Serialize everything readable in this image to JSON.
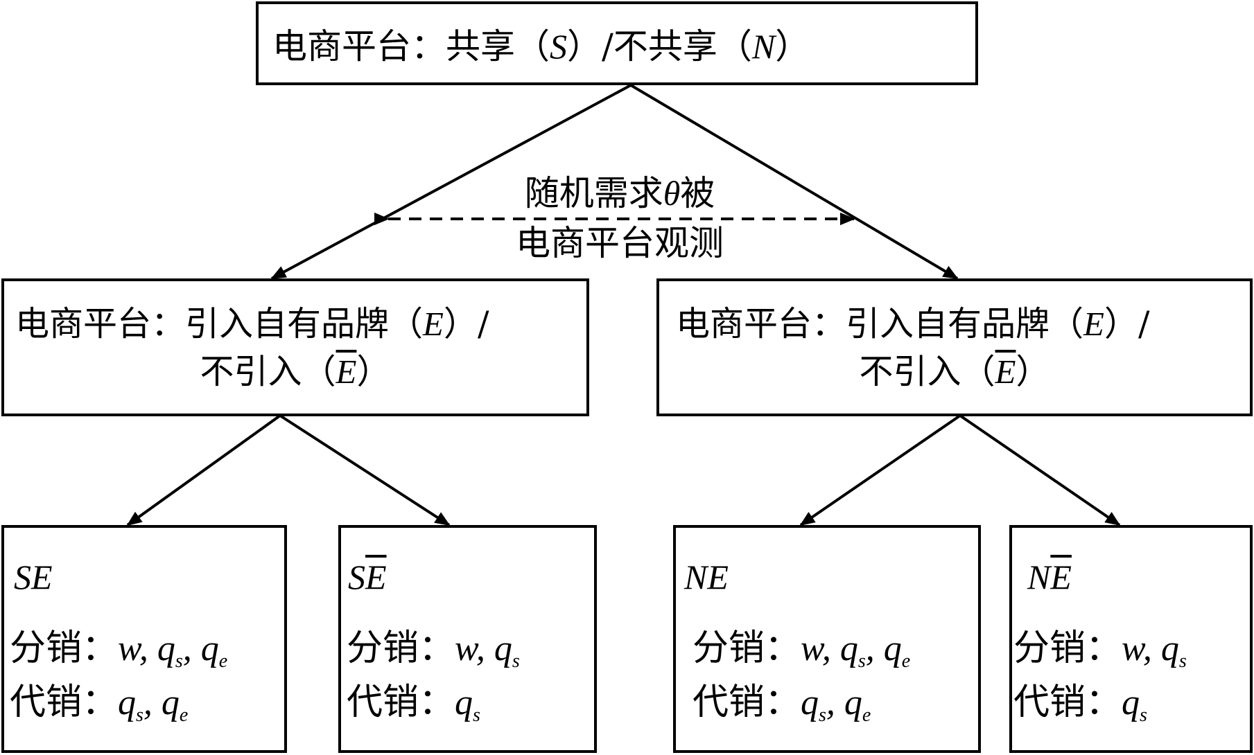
{
  "diagram": {
    "type": "decision-tree",
    "colors": {
      "line": "#000000",
      "background": "#ffffff"
    },
    "root": {
      "label_prefix": "电商平台：共享（",
      "label_s": "S",
      "label_mid": "）/不共享（",
      "label_n": "N",
      "label_suffix": "）"
    },
    "observation": {
      "line1_prefix": "随机需求",
      "line1_symbol": "θ",
      "line1_suffix": "被",
      "line2": "电商平台观测",
      "style": "dashed-double-arrow"
    },
    "branches": [
      {
        "line1_prefix": "电商平台：引入自有品牌（",
        "line1_e": "E",
        "line1_suffix": "）/",
        "line2_prefix": "不引入（",
        "line2_e": "E",
        "line2_suffix": "）",
        "leaves": [
          {
            "code_a": "S",
            "code_b": "E",
            "code_b_overline": false,
            "distribution_label": "分销：",
            "distribution_vars": [
              {
                "base": "w",
                "sub": ""
              },
              {
                "base": "q",
                "sub": "s"
              },
              {
                "base": "q",
                "sub": "e"
              }
            ],
            "consignment_label": "代销：",
            "consignment_vars": [
              {
                "base": "q",
                "sub": "s"
              },
              {
                "base": "q",
                "sub": "e"
              }
            ]
          },
          {
            "code_a": "S",
            "code_b": "E",
            "code_b_overline": true,
            "distribution_label": "分销：",
            "distribution_vars": [
              {
                "base": "w",
                "sub": ""
              },
              {
                "base": "q",
                "sub": "s"
              }
            ],
            "consignment_label": "代销：",
            "consignment_vars": [
              {
                "base": "q",
                "sub": "s"
              }
            ]
          }
        ]
      },
      {
        "line1_prefix": "电商平台：引入自有品牌（",
        "line1_e": "E",
        "line1_suffix": "）/",
        "line2_prefix": "不引入（",
        "line2_e": "E",
        "line2_suffix": "）",
        "leaves": [
          {
            "code_a": "N",
            "code_b": "E",
            "code_b_overline": false,
            "distribution_label": "分销：",
            "distribution_vars": [
              {
                "base": "w",
                "sub": ""
              },
              {
                "base": "q",
                "sub": "s"
              },
              {
                "base": "q",
                "sub": "e"
              }
            ],
            "consignment_label": "代销：",
            "consignment_vars": [
              {
                "base": "q",
                "sub": "s"
              },
              {
                "base": "q",
                "sub": "e"
              }
            ]
          },
          {
            "code_a": "N",
            "code_b": "E",
            "code_b_overline": true,
            "distribution_label": "分销：",
            "distribution_vars": [
              {
                "base": "w",
                "sub": ""
              },
              {
                "base": "q",
                "sub": "s"
              }
            ],
            "consignment_label": "代销：",
            "consignment_vars": [
              {
                "base": "q",
                "sub": "s"
              }
            ]
          }
        ]
      }
    ]
  }
}
